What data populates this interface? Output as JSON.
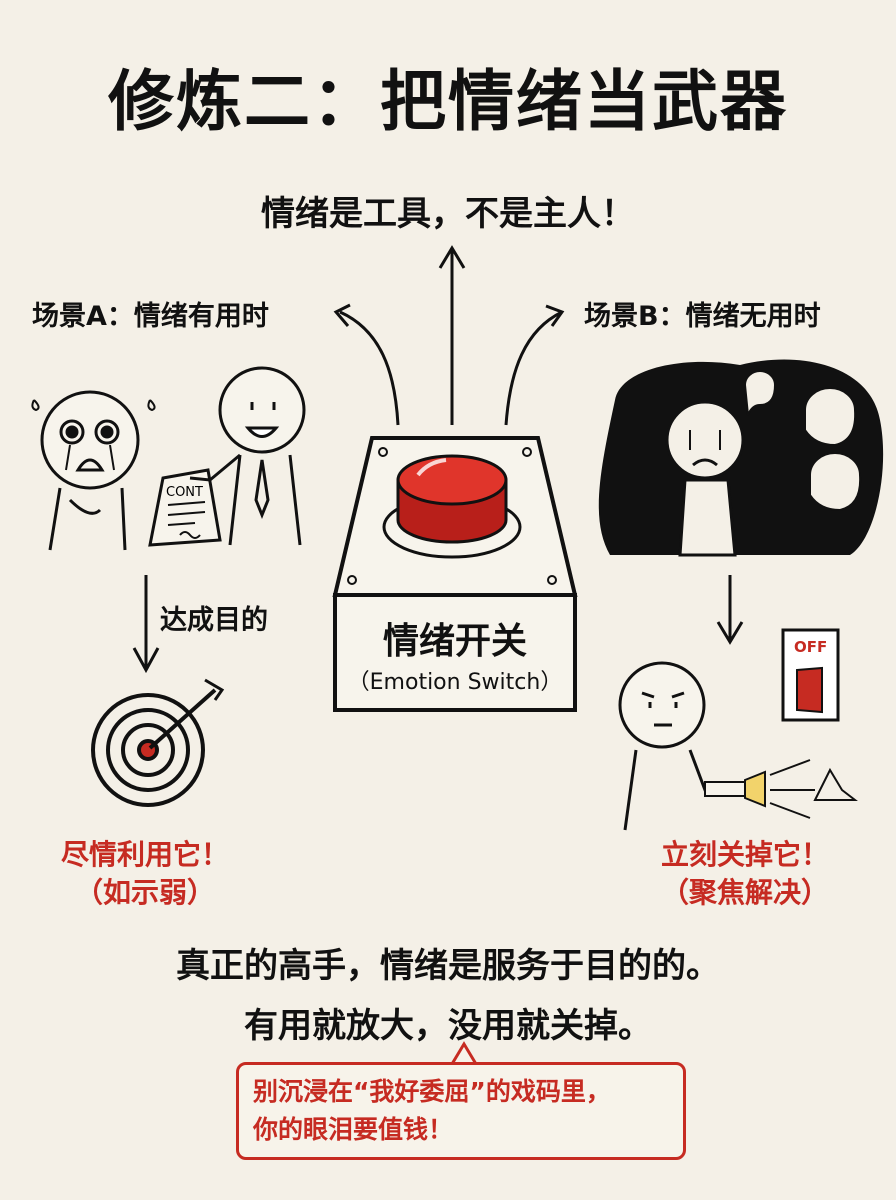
{
  "title": "修炼二：把情绪当武器",
  "subtitle": "情绪是工具，不是主人！",
  "scenario_a": {
    "label": "场景A：情绪有用时",
    "arrow_label": "达成目的",
    "contract_text": "CONT",
    "result_line1": "尽情利用它！",
    "result_line2": "（如示弱）"
  },
  "scenario_b": {
    "label": "场景B：情绪无用时",
    "switch_text": "OFF",
    "result_line1": "立刻关掉它！",
    "result_line2": "（聚焦解决）"
  },
  "switch_box": {
    "label": "情绪开关",
    "label_en": "（Emotion Switch）"
  },
  "summary": {
    "line1": "真正的高手，情绪是服务于目的的。",
    "line2": "有用就放大，没用就关掉。"
  },
  "callout": {
    "line1": "别沉浸在“我好委屈”的戏码里，",
    "line2": "你的眼泪要值钱！"
  },
  "colors": {
    "background": "#f4f0e7",
    "accent": "#c62b22",
    "ink": "#111111"
  }
}
